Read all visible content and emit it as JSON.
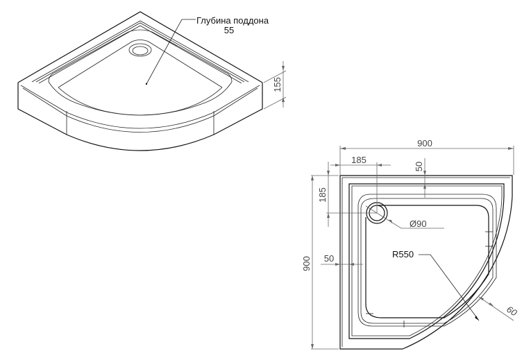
{
  "iso_view": {
    "callout_label": "Глубина поддона",
    "callout_value": "55",
    "height_dim": "155"
  },
  "plan_view": {
    "width_dim": "900",
    "height_dim": "900",
    "drain_offset_x": "185",
    "drain_offset_y": "185",
    "rim_top_dim": "50",
    "rim_left_dim": "50",
    "drain_diameter": "Ø90",
    "radius_label": "R550",
    "curve_rim_dim": "60"
  },
  "colors": {
    "line": "#111111",
    "dimension": "#666666",
    "background": "#ffffff"
  }
}
